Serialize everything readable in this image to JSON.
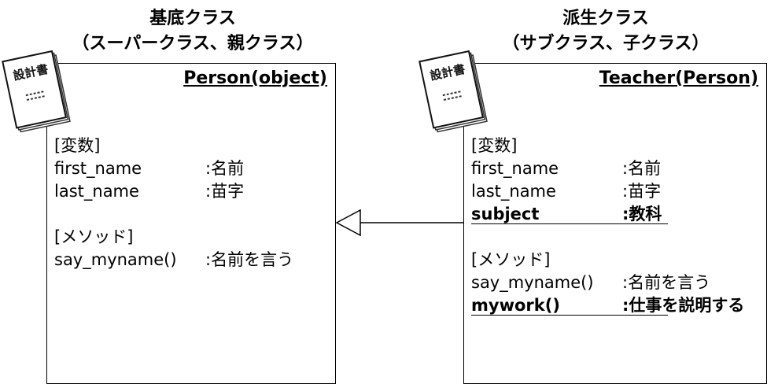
{
  "base_heading": {
    "line1": "基底クラス",
    "line2": "（スーパークラス、親クラス）"
  },
  "derived_heading": {
    "line1": "派生クラス",
    "line2": "（サブクラス、子クラス）"
  },
  "document_icon": {
    "label": "設計書"
  },
  "base_class": {
    "name": "Person(object)",
    "variables_label": "[変数]",
    "variables": [
      {
        "name": "first_name",
        "desc": ":名前"
      },
      {
        "name": "last_name",
        "desc": ":苗字"
      }
    ],
    "methods_label": "[メソッド]",
    "methods": [
      {
        "name": "say_myname()",
        "desc": ":名前を言う"
      }
    ]
  },
  "derived_class": {
    "name": "Teacher(Person)",
    "variables_label": "[変数]",
    "variables": [
      {
        "name": "first_name",
        "desc": ":名前"
      },
      {
        "name": "last_name",
        "desc": ":苗字"
      },
      {
        "name": "subject",
        "desc": ":教科",
        "emphasis": true
      }
    ],
    "methods_label": "[メソッド]",
    "methods": [
      {
        "name": "say_myname()",
        "desc": ":名前を言う"
      },
      {
        "name": "mywork()",
        "desc": ":仕事を説明する",
        "emphasis": true
      }
    ]
  },
  "colors": {
    "line": "#000000",
    "paper": "#ffffff",
    "paper_shadow": "#cfcfcf"
  },
  "icons": [
    "document-icon",
    "inheritance-arrow-icon"
  ]
}
